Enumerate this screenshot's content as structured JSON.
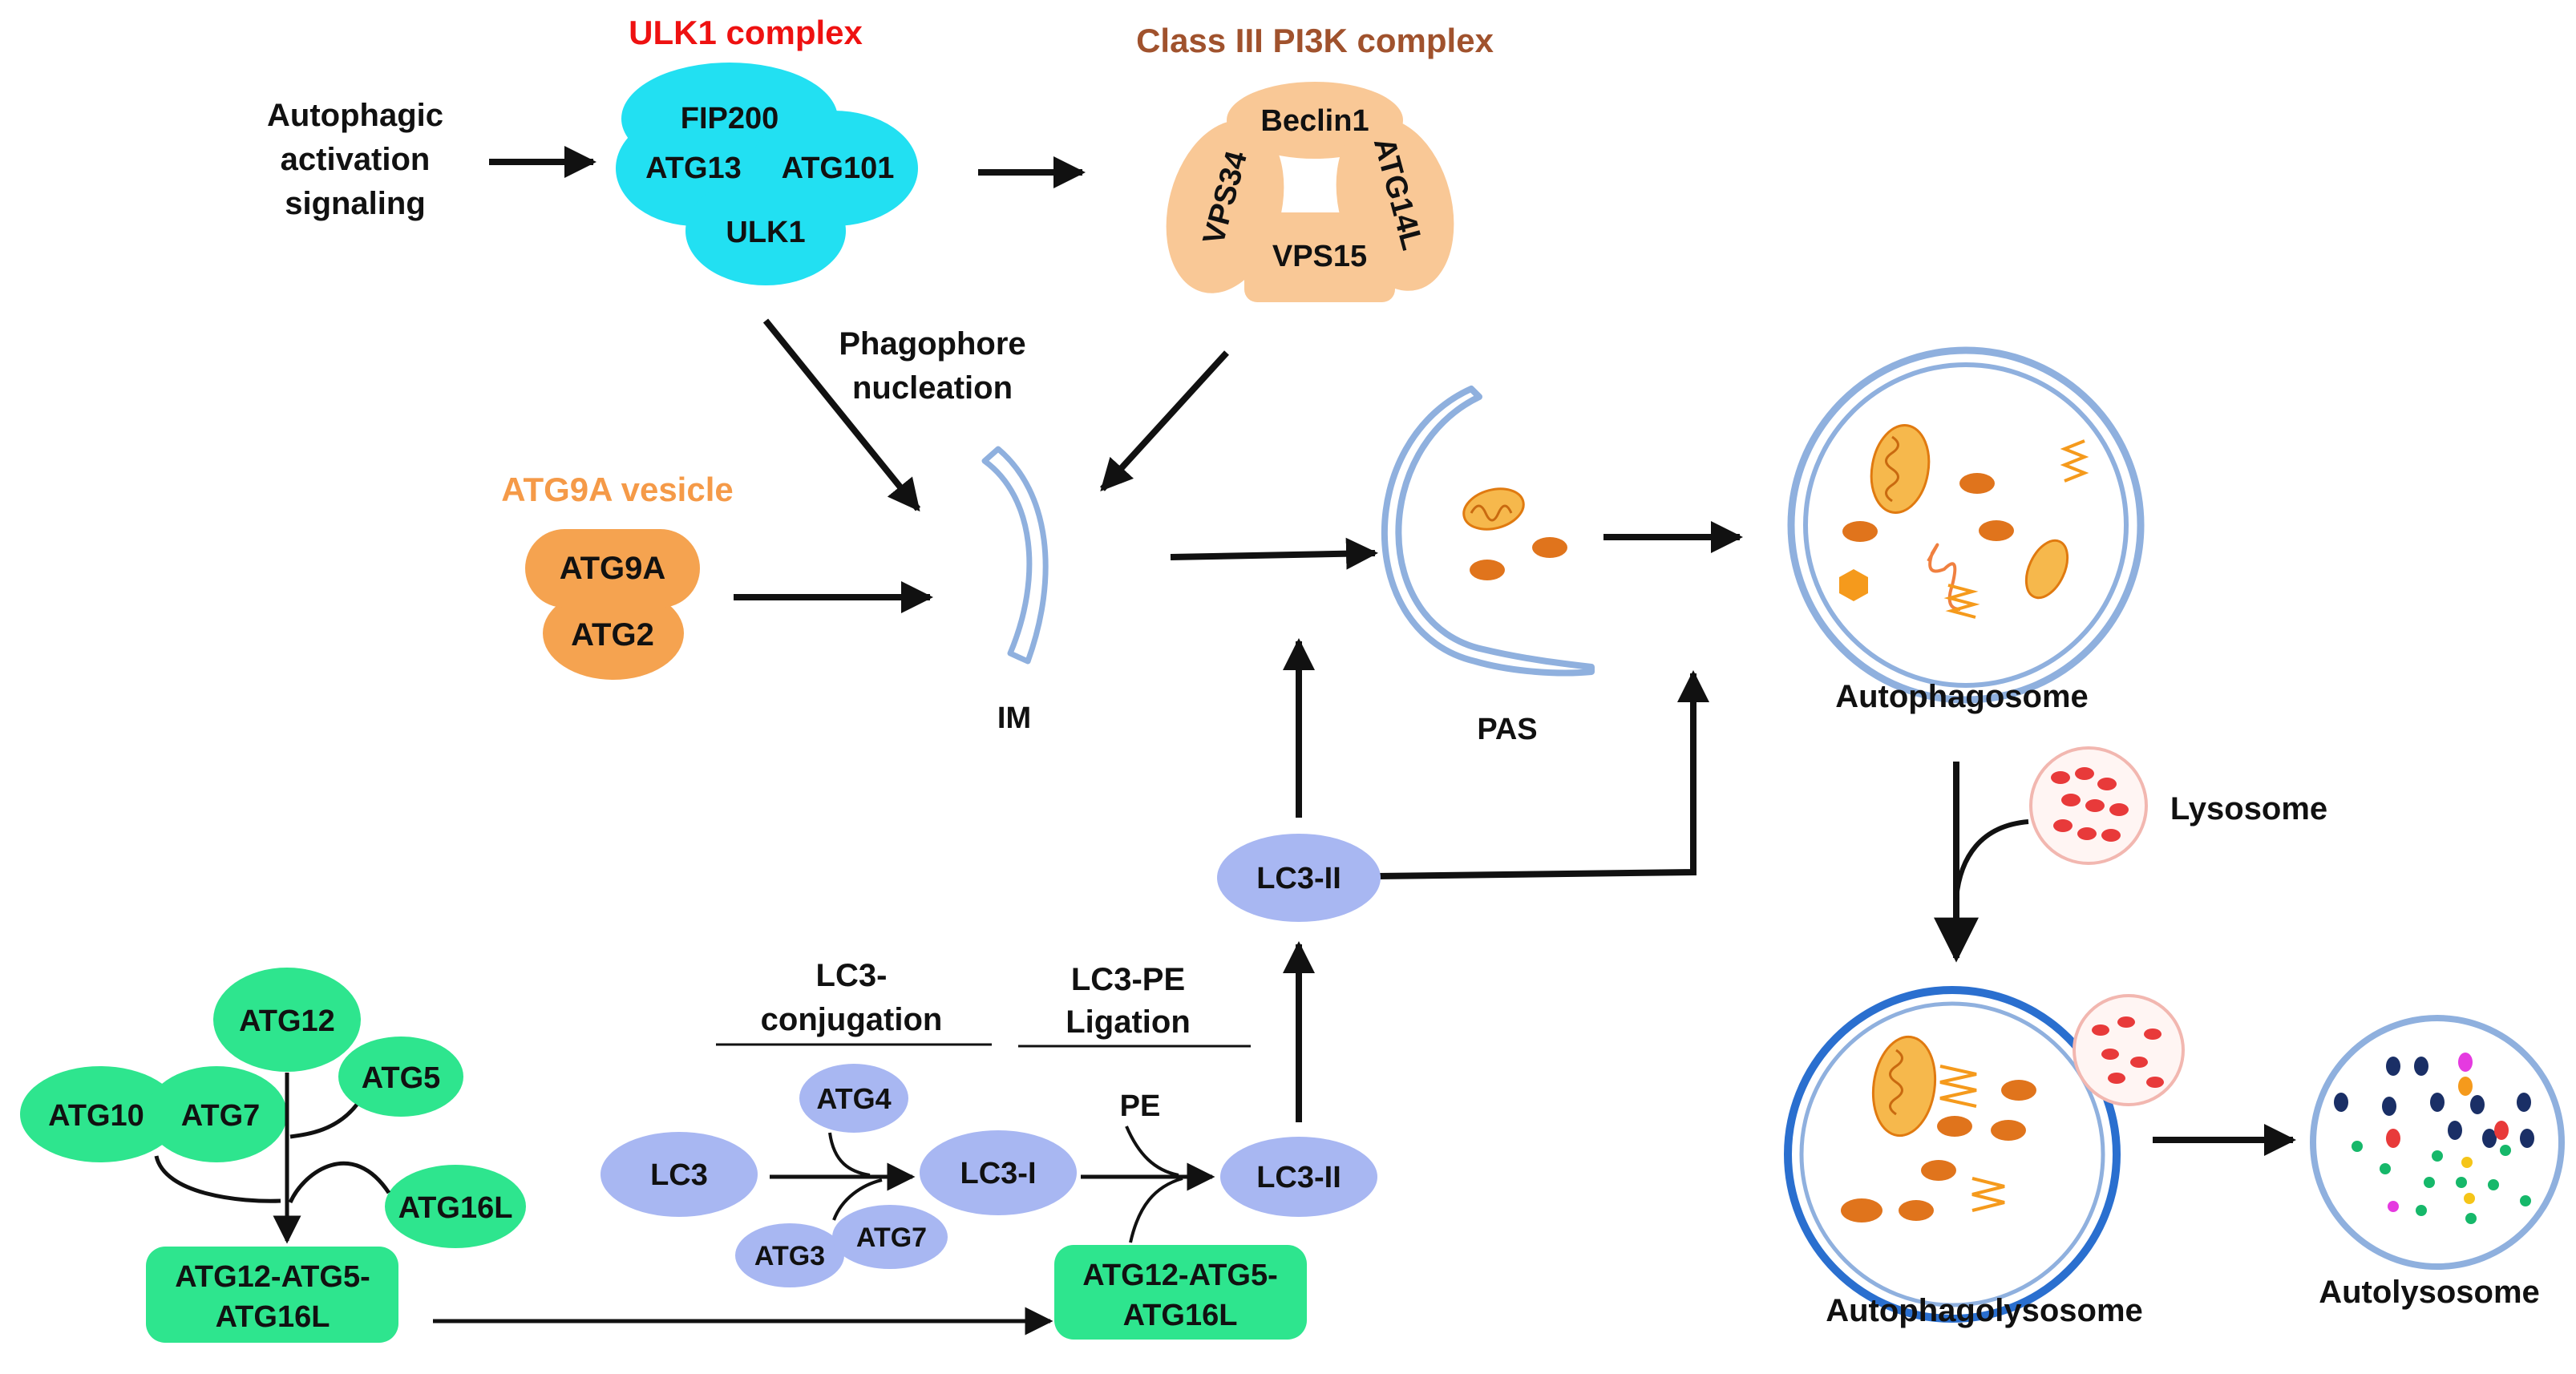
{
  "titles": {
    "ulk1_complex": "ULK1 complex",
    "pi3k_complex": "Class III  PI3K complex",
    "atg9a_vesicle": "ATG9A vesicle"
  },
  "signal": {
    "line1": "Autophagic",
    "line2": "activation",
    "line3": "signaling"
  },
  "ulk1": {
    "fip200": "FIP200",
    "atg13": "ATG13",
    "atg101": "ATG101",
    "ulk1": "ULK1"
  },
  "pi3k": {
    "beclin1": "Beclin1",
    "vps34": "VPS34",
    "atg14l": "ATG14L",
    "vps15": "VPS15"
  },
  "nucleation": {
    "line1": "Phagophore",
    "line2": "nucleation"
  },
  "atg9": {
    "atg9a": "ATG9A",
    "atg2": "ATG2"
  },
  "stages": {
    "im": "IM",
    "pas": "PAS",
    "autophagosome": "Autophagosome",
    "lysosome": "Lysosome",
    "autophagolysosome": "Autophagolysosome",
    "autolysosome": "Autolysosome"
  },
  "atg12_system": {
    "atg12": "ATG12",
    "atg10": "ATG10",
    "atg7": "ATG7",
    "atg5": "ATG5",
    "atg16l": "ATG16L",
    "complex_line1": "ATG12-ATG5-",
    "complex_line2": "ATG16L"
  },
  "lc3_system": {
    "conjugation_line1": "LC3-",
    "conjugation_line2": "conjugation",
    "ligation_line1": "LC3-PE",
    "ligation_line2": "Ligation",
    "lc3": "LC3",
    "atg4": "ATG4",
    "lc3_i": "LC3-I",
    "pe": "PE",
    "lc3_ii": "LC3-II",
    "atg3": "ATG3",
    "atg7": "ATG7",
    "complex_line1": "ATG12-ATG5-",
    "complex_line2": "ATG16L"
  },
  "colors": {
    "ulk1_title": "#ee1111",
    "pi3k_title": "#a0522d",
    "atg9_title": "#f59a48",
    "cyan": "#22e0f2",
    "peach": "#f9c896",
    "orange": "#f5a350",
    "green": "#2ee58e",
    "periwinkle": "#a8b7f2",
    "membrane": "#8fb0de",
    "membrane_dark": "#2a6fcf",
    "cargo": "#e0741c",
    "lyso_red": "#e83a3a"
  }
}
